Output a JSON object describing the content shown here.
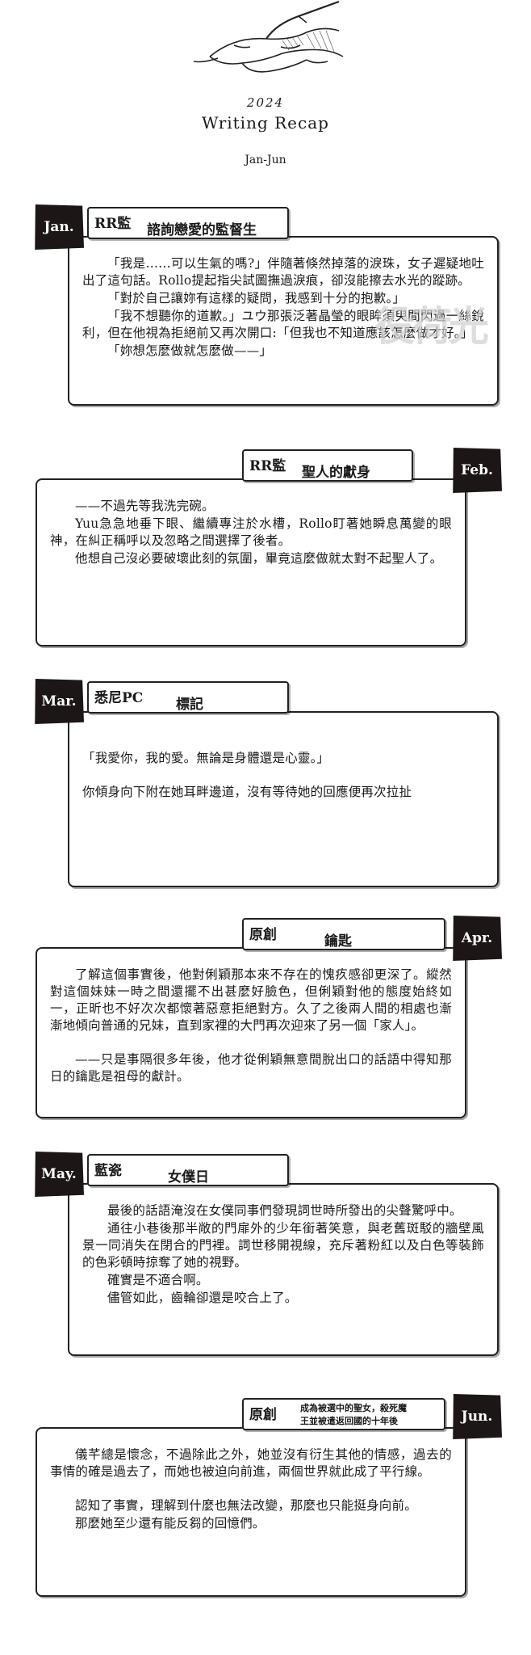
{
  "header": {
    "year": "2024",
    "title": "Writing Recap",
    "period": "Jan-Jun"
  },
  "entries": [
    {
      "month": "Jan.",
      "author": "RR監",
      "work": "諮詢戀愛的監督生",
      "paragraphs": [
        "「我是……可以生氣的嗎?」伴隨著倏然掉落的淚珠，女子遲疑地吐出了這句話。Rollo提起指尖試圖撫過淚痕，卻沒能擦去水光的蹤跡。",
        "「對於自己讓妳有這樣的疑問，我感到十分的抱歉。」",
        "「我不想聽你的道歉。」ユウ那張泛著晶瑩的眼眸須臾間閃過一絲銳利，但在他視為拒絕前又再次開口:「但我也不知道應該怎麼做才好。」",
        "「妳想怎麼做就怎麼做——」"
      ],
      "watermark": "役荷光"
    },
    {
      "month": "Feb.",
      "author": "RR監",
      "work": "聖人的獻身",
      "paragraphs": [
        "——不過先等我洗完碗。",
        "Yuu急急地垂下眼、繼續專注於水槽，Rollo盯著她瞬息萬變的眼神，在糾正稱呼以及忽略之間選擇了後者。",
        "他想自己沒必要破壞此刻的氛圍，畢竟這麼做就太對不起聖人了。"
      ]
    },
    {
      "month": "Mar.",
      "author": "悉尼PC",
      "work": "標記",
      "paragraphs": [
        "「我愛你，我的愛。無論是身體還是心靈。」",
        "你傾身向下附在她耳畔邊道，沒有等待她的回應便再次拉扯"
      ]
    },
    {
      "month": "Apr.",
      "author": "原創",
      "work": "鑰匙",
      "paragraphs": [
        "了解這個事實後，他對俐穎那本來不存在的愧疚感卻更深了。縱然對這個妹妹一時之間還擺不出甚麼好臉色，但俐穎對他的態度始終如一，正昕也不好次次都懷著惡意拒絕對方。久了之後兩人間的相處也漸漸地傾向普通的兄妹，直到家裡的大門再次迎來了另一個「家人」。",
        "——只是事隔很多年後，他才從俐穎無意間脫出口的話語中得知那日的鑰匙是祖母的獻計。"
      ]
    },
    {
      "month": "May.",
      "author": "藍瓷",
      "work": "女僕日",
      "paragraphs": [
        "最後的話語淹沒在女僕同事們發現詞世時所發出的尖聲驚呼中。",
        "通往小巷後那半敞的門扉外的少年銜著笑意，與老舊斑駁的牆壁風景一同消失在閉合的門裡。詞世移開視線，充斥著粉紅以及白色等裝飾的色彩頓時掠奪了她的視野。",
        "確實是不適合啊。",
        "儘管如此，齒輪卻還是咬合上了。"
      ]
    },
    {
      "month": "Jun.",
      "author": "原創",
      "work_line1": "成為被選中的聖女，殺死魔",
      "work_line2": "王並被遣返回國的十年後",
      "paragraphs": [
        "儀芊總是懷念，不過除此之外，她並沒有衍生其他的情感，過去的事情的確是過去了，而她也被迫向前進，兩個世界就此成了平行線。",
        "認知了事實，理解到什麼也無法改變，那麼也只能挺身向前。",
        "那麼她至少還有能反芻的回憶們。"
      ]
    }
  ]
}
